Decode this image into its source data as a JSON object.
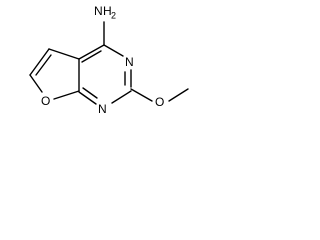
{
  "molecule": {
    "atoms": {
      "amine_n": "N",
      "amine_h": "H",
      "amine_h_count": "2",
      "ring_n3": "N",
      "ring_n1": "N",
      "furan_o": "O",
      "methoxy_o": "O"
    },
    "colors": {
      "bond": "#000000",
      "text": "#000000",
      "background": "#ffffff"
    }
  }
}
